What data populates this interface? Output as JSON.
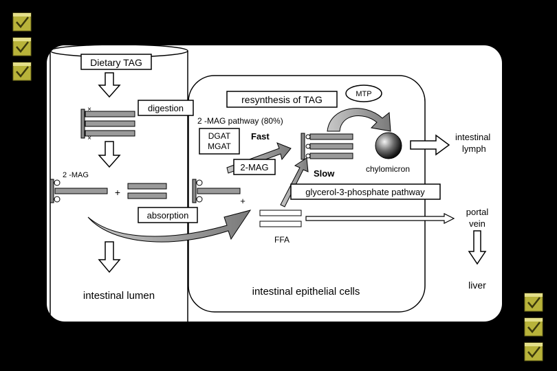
{
  "labels": {
    "dietary_tag": "Dietary TAG",
    "digestion": "digestion",
    "two_mag_left": "2 -MAG",
    "plus_left": "+",
    "plus_mid": "+",
    "absorption": "absorption",
    "intestinal_lumen": "intestinal lumen",
    "resynthesis": "resynthesis of TAG",
    "mtp": "MTP",
    "pathway_2mag": "2 -MAG pathway (80%)",
    "dgat": "DGAT",
    "mgat": "MGAT",
    "fast": "Fast",
    "two_mag_box": "2-MAG",
    "slow": "Slow",
    "chylomicron": "chylomicron",
    "intestinal_lymph_1": "intestinal",
    "intestinal_lymph_2": "lymph",
    "glycerol_pathway": "glycerol-3-phosphate pathway",
    "ffa": "FFA",
    "portal_vein_1": "portal",
    "portal_vein_2": "vein",
    "liver": "liver",
    "intestinal_epithelial_cells": "intestinal epithelial cells"
  },
  "colors": {
    "background": "#000000",
    "panel": "#ffffff",
    "bar_fill": "#9a9a9a",
    "bullet_fill": "#b8b33a",
    "bullet_light": "#e4df8a"
  },
  "bullet_icon": "checkmark-icon"
}
